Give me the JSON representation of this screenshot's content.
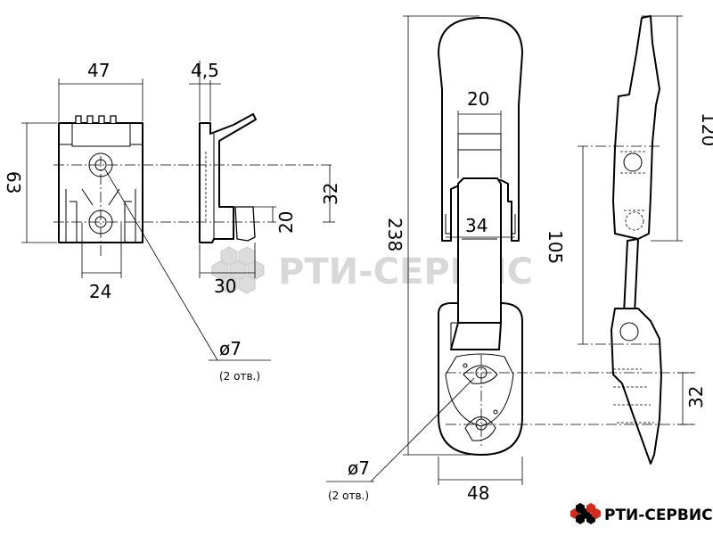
{
  "dimensions": {
    "width_47": "47",
    "thickness_4_5": "4,5",
    "height_63": "63",
    "spacing_32_left": "32",
    "spacing_20": "20",
    "spacing_24": "24",
    "depth_30": "30",
    "hole_left": "ø7",
    "hole_left_note": "(2 отв.)",
    "total_238": "238",
    "strap_20": "20",
    "hook_34": "34",
    "length_120": "120",
    "pivot_105": "105",
    "spacing_32_right": "32",
    "base_48": "48",
    "hole_right": "ø7",
    "hole_right_note": "(2 отв.)"
  },
  "watermark": {
    "text": "РТИ-СЕРВИС"
  },
  "logo": {
    "text": "РТИ-СЕРВИС"
  },
  "colors": {
    "watermark": "#d8d8d8",
    "logo_hex_1": "#d52b1e",
    "logo_hex_2": "#000000"
  }
}
